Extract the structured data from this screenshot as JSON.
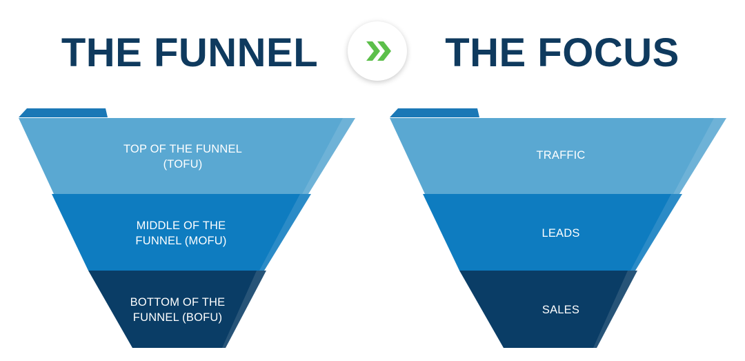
{
  "titles": {
    "left": "THE FUNNEL",
    "right": "THE FOCUS"
  },
  "icons": {
    "divider": "double-chevron-right-icon"
  },
  "colors": {
    "title": "#0f3a5e",
    "arrow": "#5cbf4a",
    "tier_top": "#5aa8d2",
    "tier_middle": "#0e7cc0",
    "tier_bottom": "#0a3d66",
    "tab": "#1b78b6"
  },
  "funnel": {
    "stages": [
      {
        "label": "TOP OF THE FUNNEL\n(TOFU)"
      },
      {
        "label": "MIDDLE OF THE\nFUNNEL (MOFU)"
      },
      {
        "label": "BOTTOM OF THE\nFUNNEL (BOFU)"
      }
    ]
  },
  "focus": {
    "stages": [
      {
        "label": "TRAFFIC"
      },
      {
        "label": "LEADS"
      },
      {
        "label": "SALES"
      }
    ]
  }
}
